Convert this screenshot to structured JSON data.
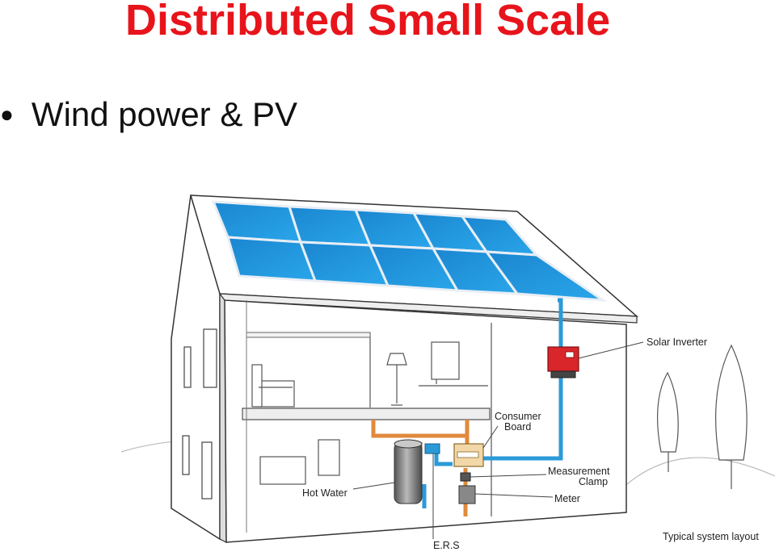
{
  "slide": {
    "title": "Distributed Small Scale",
    "bullets": [
      {
        "text": "Wind power & PV"
      }
    ]
  },
  "diagram": {
    "labels": {
      "solar_inverter": "Solar Inverter",
      "consumer_board_line1": "Consumer",
      "consumer_board_line2": "Board",
      "measurement_clamp_line1": "Measurement",
      "measurement_clamp_line2": "Clamp",
      "meter": "Meter",
      "hot_water": "Hot Water",
      "ers": "E.R.S",
      "caption": "Typical system layout"
    },
    "colors": {
      "title": "#e8141b",
      "panel": "#1e8fd6",
      "cable_blue": "#2b9ad8",
      "pipe_orange": "#e08a3c",
      "inverter_red": "#d8262a"
    }
  }
}
